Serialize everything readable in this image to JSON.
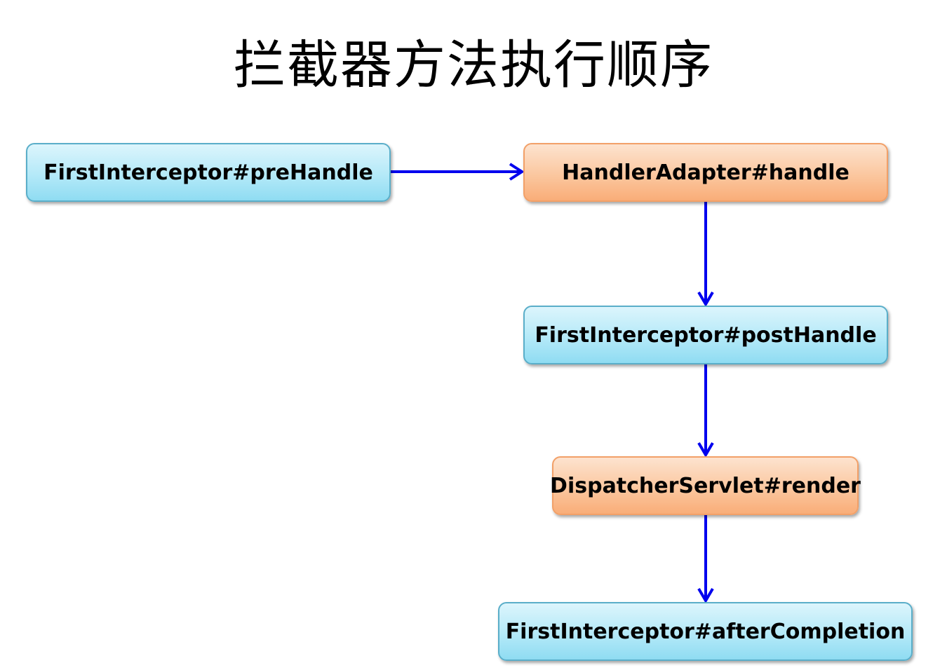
{
  "title": "拦截器方法执行顺序",
  "nodes": {
    "prehandle": "FirstInterceptor#preHandle",
    "handle": "HandlerAdapter#handle",
    "posthandle": "FirstInterceptor#postHandle",
    "render": "DispatcherServlet#render",
    "aftercompletion": "FirstInterceptor#afterCompletion"
  },
  "colors": {
    "interceptor_fill": "#b4e9f8",
    "interceptor_border": "#5aaec9",
    "framework_fill": "#fbc79f",
    "framework_border": "#f2a068",
    "arrow": "#0000ee"
  }
}
